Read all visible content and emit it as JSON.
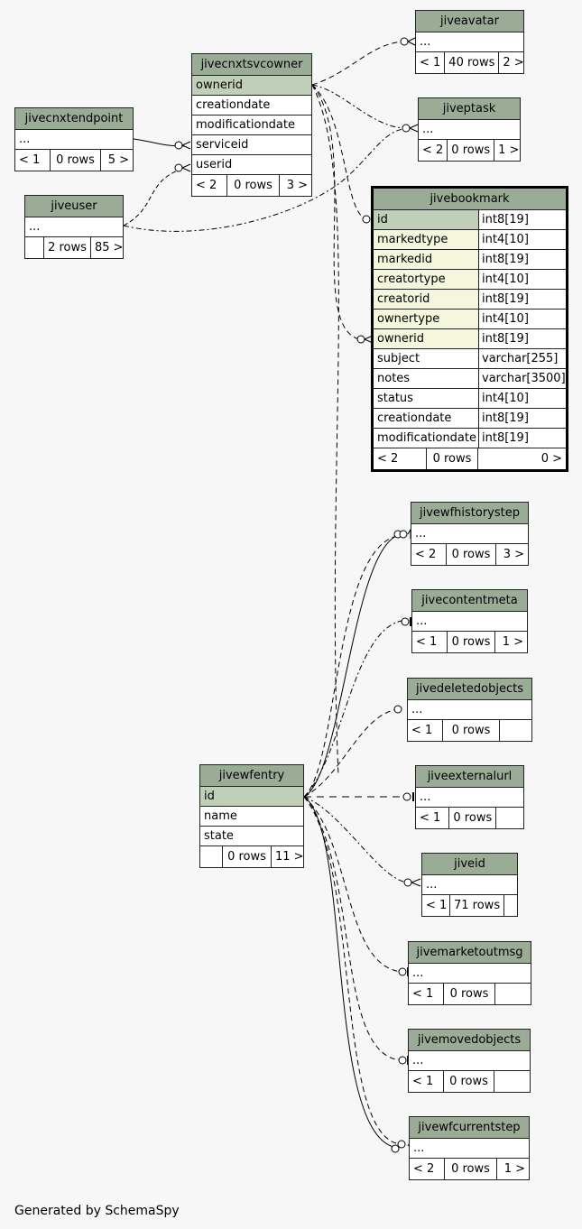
{
  "footer": "Generated by SchemaSpy",
  "tables": [
    {
      "id": "jiveavatar",
      "name": "jiveavatar",
      "rows": [
        "..."
      ],
      "counts": [
        "< 1",
        "40 rows",
        "2 >"
      ]
    },
    {
      "id": "jivecnxtsvcowner",
      "name": "jivecnxtsvcowner",
      "rows": [
        "ownerid",
        "creationdate",
        "modificationdate",
        "serviceid",
        "userid"
      ],
      "counts": [
        "< 2",
        "0 rows",
        "3 >"
      ]
    },
    {
      "id": "jivecnxtendpoint",
      "name": "jivecnxtendpoint",
      "rows": [
        "..."
      ],
      "counts": [
        "< 1",
        "0 rows",
        "5 >"
      ]
    },
    {
      "id": "jiveptask",
      "name": "jiveptask",
      "rows": [
        "..."
      ],
      "counts": [
        "< 2",
        "0 rows",
        "1 >"
      ]
    },
    {
      "id": "jiveuser",
      "name": "jiveuser",
      "rows": [
        "..."
      ],
      "counts": [
        "",
        "2 rows",
        "85 >"
      ]
    },
    {
      "id": "jivebookmark",
      "name": "jivebookmark",
      "rows": [
        "id",
        "markedtype",
        "markedid",
        "creatortype",
        "creatorid",
        "ownertype",
        "ownerid",
        "subject",
        "notes",
        "status",
        "creationdate",
        "modificationdate"
      ],
      "types": [
        "int8[19]",
        "int4[10]",
        "int8[19]",
        "int4[10]",
        "int8[19]",
        "int4[10]",
        "int8[19]",
        "varchar[255]",
        "varchar[3500]",
        "int4[10]",
        "int8[19]",
        "int8[19]"
      ],
      "counts": [
        "< 2",
        "0 rows",
        "0 >"
      ]
    },
    {
      "id": "jivewfhistorystep",
      "name": "jivewfhistorystep",
      "rows": [
        "..."
      ],
      "counts": [
        "< 2",
        "0 rows",
        "3 >"
      ]
    },
    {
      "id": "jivecontentmeta",
      "name": "jivecontentmeta",
      "rows": [
        "..."
      ],
      "counts": [
        "< 1",
        "0 rows",
        "1 >"
      ]
    },
    {
      "id": "jivedeletedobjects",
      "name": "jivedeletedobjects",
      "rows": [
        "..."
      ],
      "counts": [
        "< 1",
        "0 rows",
        ""
      ]
    },
    {
      "id": "jivewfentry",
      "name": "jivewfentry",
      "rows": [
        "id",
        "name",
        "state"
      ],
      "counts": [
        "",
        "0 rows",
        "11 >"
      ]
    },
    {
      "id": "jiveexternalurl",
      "name": "jiveexternalurl",
      "rows": [
        "..."
      ],
      "counts": [
        "< 1",
        "0 rows",
        ""
      ]
    },
    {
      "id": "jiveid",
      "name": "jiveid",
      "rows": [
        "..."
      ],
      "counts": [
        "< 1",
        "71 rows",
        ""
      ]
    },
    {
      "id": "jivemarketoutmsg",
      "name": "jivemarketoutmsg",
      "rows": [
        "..."
      ],
      "counts": [
        "< 1",
        "0 rows",
        ""
      ]
    },
    {
      "id": "jivemovedobjects",
      "name": "jivemovedobjects",
      "rows": [
        "..."
      ],
      "counts": [
        "< 1",
        "0 rows",
        ""
      ]
    },
    {
      "id": "jivewfcurrentstep",
      "name": "jivewfcurrentstep",
      "rows": [
        "..."
      ],
      "counts": [
        "< 2",
        "0 rows",
        "1 >"
      ]
    }
  ]
}
